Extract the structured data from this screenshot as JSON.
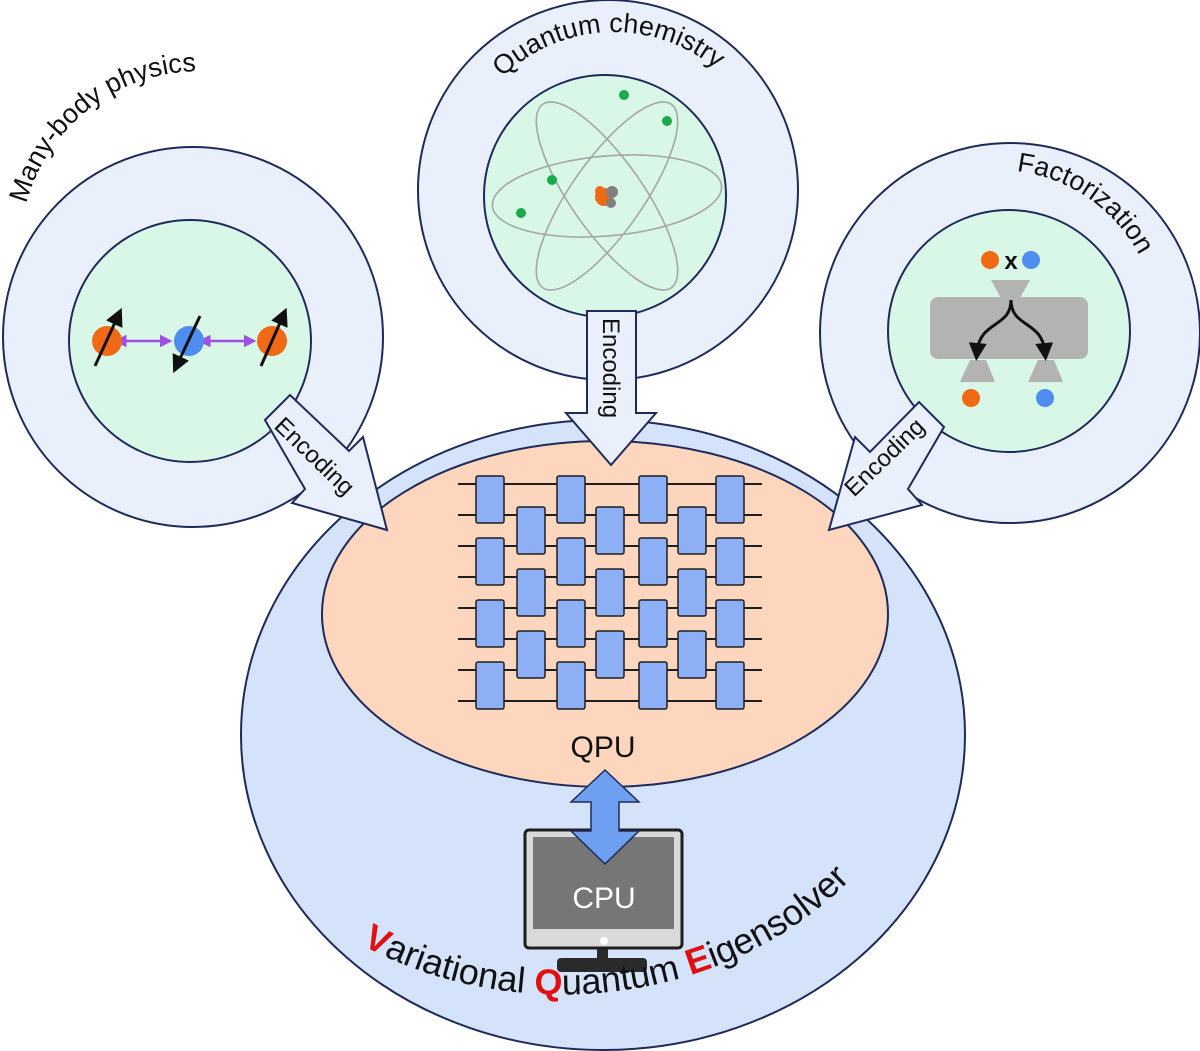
{
  "domains": {
    "many_body": {
      "label": "Many-body physics"
    },
    "chemistry": {
      "label": "Quantum chemistry"
    },
    "factorization": {
      "label": "Factorization",
      "operator": "x"
    }
  },
  "encoding_label": "Encoding",
  "qpu_label": "QPU",
  "cpu_label": "CPU",
  "vqe_title": {
    "v": "V",
    "ariational": "ariational ",
    "q": "Q",
    "uantum": "uantum ",
    "e": "E",
    "igensolver": "igensolver"
  },
  "colors": {
    "outer_ring": "#eaf0fb",
    "inner_green": "#d8f7e6",
    "qpu_bg": "#fdd6bd",
    "vqe_bg": "#d5e3fa",
    "gate": "#8caff5",
    "orange_particle": "#f06a16",
    "blue_particle": "#4f8ef0",
    "electron": "#1aaa4a",
    "accent_red": "#e01010",
    "monitor": "#767676",
    "coupling": "#a050e0"
  },
  "icons": [
    "atom-icon",
    "spin-chain-icon",
    "factor-split-icon",
    "monitor-icon",
    "double-arrow-icon"
  ]
}
